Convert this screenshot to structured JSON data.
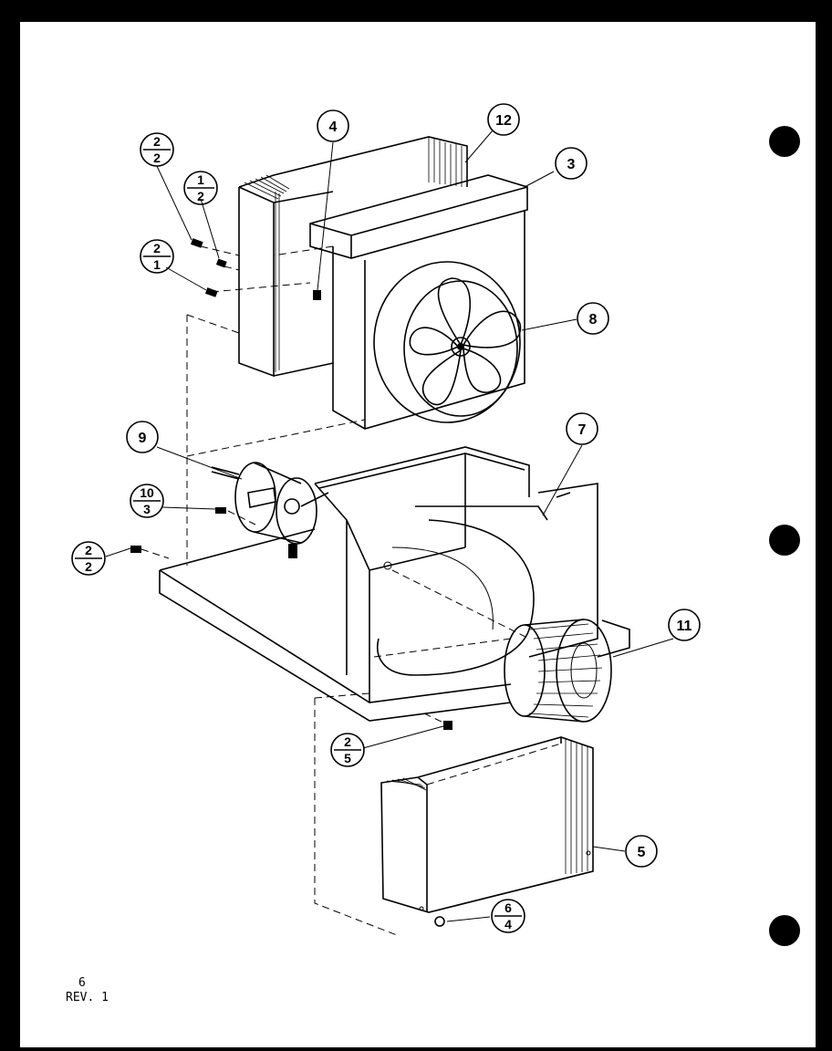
{
  "page": {
    "page_number": "6",
    "revision": "REV. 1"
  },
  "callouts": [
    {
      "id": "c4",
      "label": "4"
    },
    {
      "id": "c12",
      "label": "12"
    },
    {
      "id": "c3",
      "label": "3"
    },
    {
      "id": "c8",
      "label": "8"
    },
    {
      "id": "c9",
      "label": "9"
    },
    {
      "id": "c7",
      "label": "7"
    },
    {
      "id": "c11",
      "label": "11"
    },
    {
      "id": "c5",
      "label": "5"
    }
  ],
  "fraction_callouts": [
    {
      "id": "f22a",
      "top": "2",
      "bottom": "2"
    },
    {
      "id": "f12",
      "top": "1",
      "bottom": "2"
    },
    {
      "id": "f21",
      "top": "2",
      "bottom": "1"
    },
    {
      "id": "f103",
      "top": "10",
      "bottom": "3"
    },
    {
      "id": "f22b",
      "top": "2",
      "bottom": "2"
    },
    {
      "id": "f25",
      "top": "2",
      "bottom": "5"
    },
    {
      "id": "f64",
      "top": "6",
      "bottom": "4"
    }
  ],
  "colors": {
    "ink": "#000000",
    "paper": "#ffffff",
    "border": "#000000"
  }
}
